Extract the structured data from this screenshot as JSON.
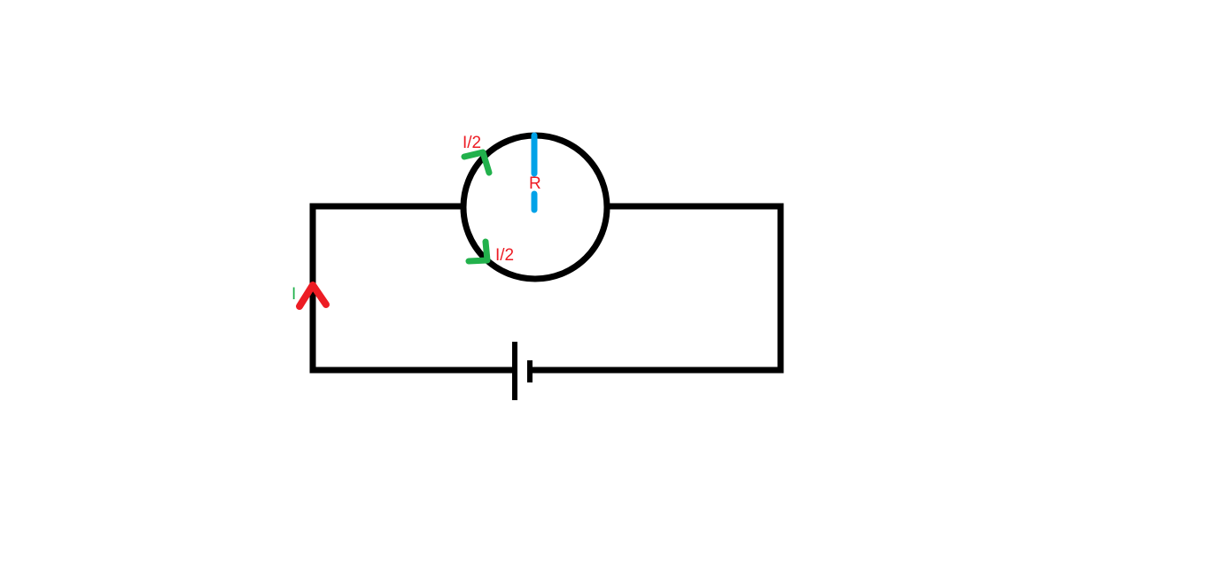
{
  "labels": {
    "total_current": "I",
    "branch_current_top": "I/2",
    "branch_current_bottom": "I/2",
    "radius": "R"
  },
  "colors": {
    "background": "#ffffff",
    "wire": "#000000",
    "label_red": "#ed1c24",
    "arrow_green": "#22b14c",
    "radius_blue": "#00a2e8"
  }
}
